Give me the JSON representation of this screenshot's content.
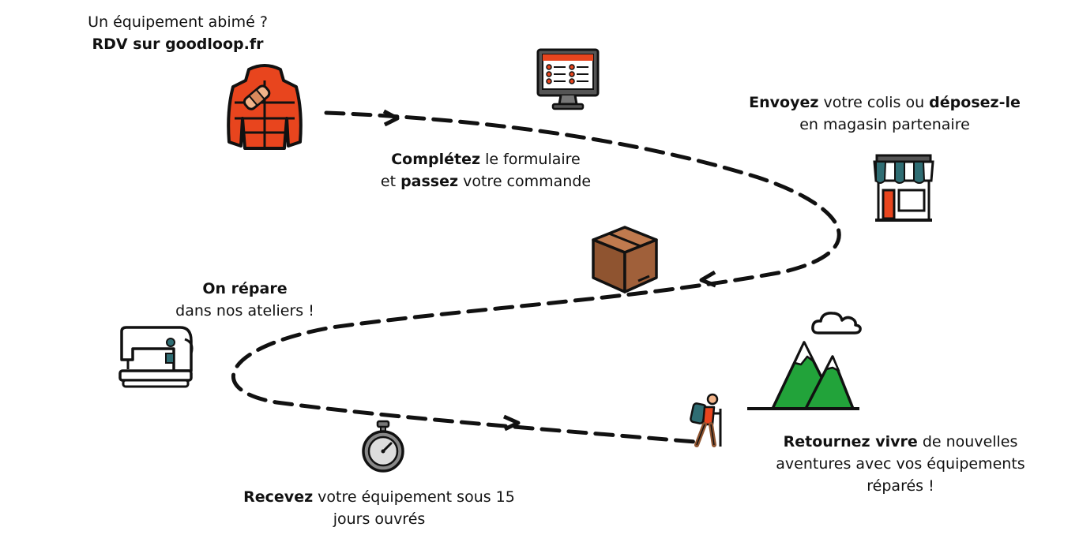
{
  "steps": {
    "damaged": {
      "line1": "Un équipement abimé ?",
      "line2": "RDV sur goodloop.fr"
    },
    "form": {
      "bold1": "Complétez",
      "rest1": " le formulaire",
      "pre2": "et ",
      "bold2": "passez",
      "rest2": " votre commande"
    },
    "ship": {
      "bold1": "Envoyez",
      "mid1": " votre colis ou ",
      "bold2": "déposez-le",
      "line2": "en magasin partenaire"
    },
    "repair": {
      "bold": "On répare",
      "line2": "dans nos ateliers !"
    },
    "receive": {
      "bold": "Recevez",
      "rest": "  votre équipement sous 15",
      "line2": "jours ouvrés"
    },
    "adventure": {
      "bold": "Retournez vivre",
      "rest": "  de nouvelles",
      "line2": "aventures avec vos équipements",
      "line3": "réparés !"
    }
  },
  "icons": [
    "jacket-icon",
    "monitor-form-icon",
    "shop-icon",
    "box-icon",
    "sewing-machine-icon",
    "stopwatch-icon",
    "hiker-icon",
    "mountain-icon",
    "cloud-icon"
  ],
  "colors": {
    "accent": "#e8451e",
    "dark": "#111111",
    "box": "#a0603a",
    "green": "#22a33a"
  }
}
